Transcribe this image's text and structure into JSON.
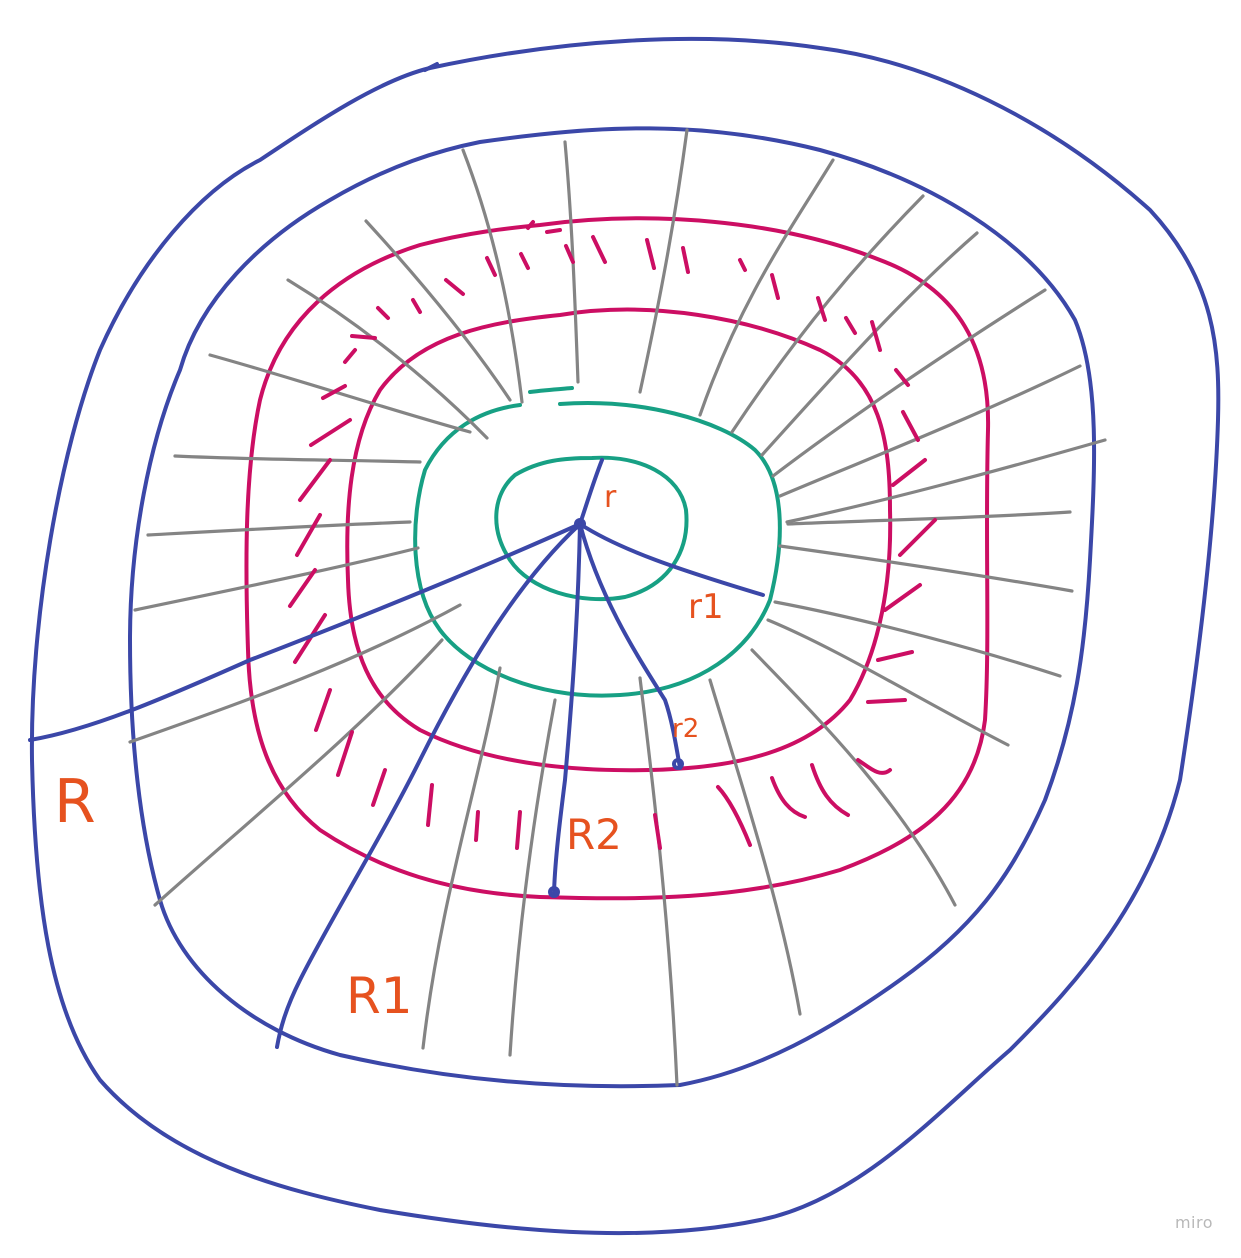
{
  "labels": {
    "r": "r",
    "r1": "r1",
    "r2": "r2",
    "R": "R",
    "R1": "R1",
    "R2": "R2"
  },
  "colors": {
    "outer_boundary": "#3b47a8",
    "annulus_boundary": "#cc0e63",
    "inner_circles": "#17a084",
    "field_lines": "#848484",
    "labels": "#e6521f"
  },
  "watermark": "miro"
}
